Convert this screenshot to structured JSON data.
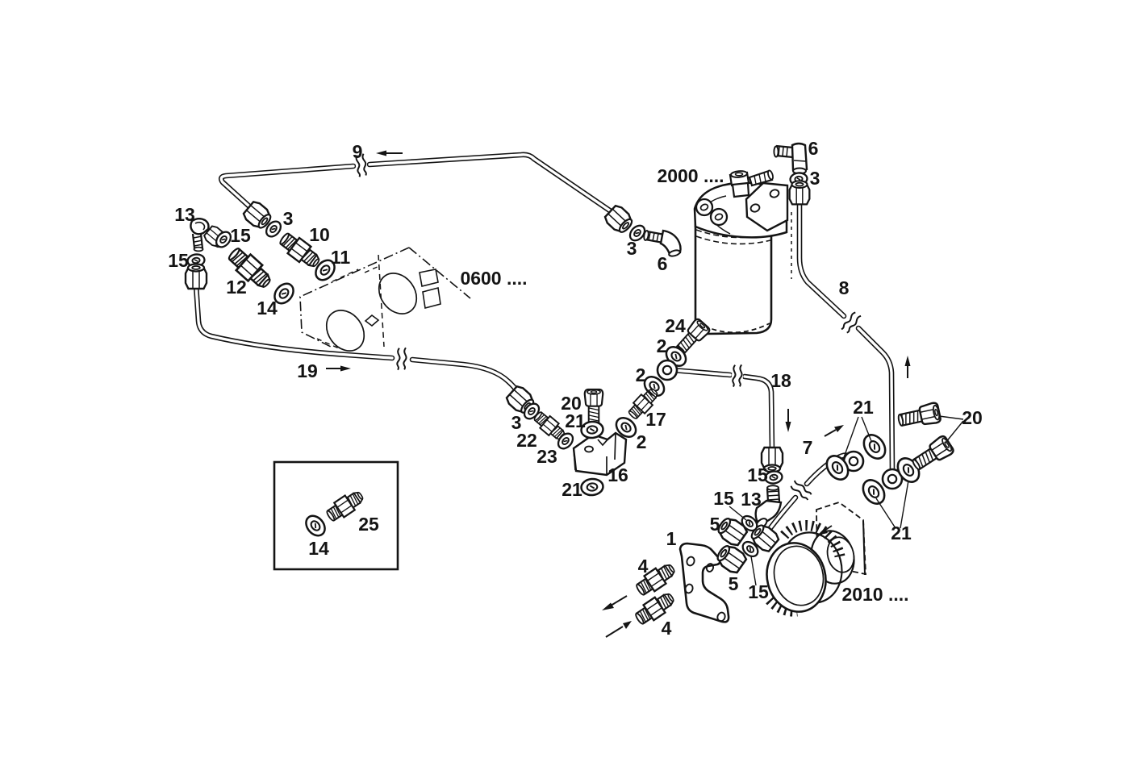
{
  "figure": {
    "kind": "exploded-parts-diagram",
    "subject": "fuel-lines-and-filter-piping",
    "style": {
      "ink": "#141414",
      "background": "#ffffff"
    }
  },
  "references": [
    {
      "id": "engine-block",
      "label": "0600 ...."
    },
    {
      "id": "fuel-filter",
      "label": "2000 ...."
    },
    {
      "id": "fuel-pump",
      "label": "2010 ...."
    }
  ],
  "callouts": [
    {
      "n": "9"
    },
    {
      "n": "6"
    },
    {
      "n": "3"
    },
    {
      "n": "13"
    },
    {
      "n": "3"
    },
    {
      "n": "15"
    },
    {
      "n": "10"
    },
    {
      "n": "11"
    },
    {
      "n": "15"
    },
    {
      "n": "12"
    },
    {
      "n": "14"
    },
    {
      "n": "3"
    },
    {
      "n": "6"
    },
    {
      "n": "8"
    },
    {
      "n": "24"
    },
    {
      "n": "2"
    },
    {
      "n": "2"
    },
    {
      "n": "18"
    },
    {
      "n": "19"
    },
    {
      "n": "20"
    },
    {
      "n": "21"
    },
    {
      "n": "17"
    },
    {
      "n": "3"
    },
    {
      "n": "22"
    },
    {
      "n": "2"
    },
    {
      "n": "23"
    },
    {
      "n": "16"
    },
    {
      "n": "21"
    },
    {
      "n": "21"
    },
    {
      "n": "20"
    },
    {
      "n": "7"
    },
    {
      "n": "15"
    },
    {
      "n": "15"
    },
    {
      "n": "13"
    },
    {
      "n": "5"
    },
    {
      "n": "21"
    },
    {
      "n": "1"
    },
    {
      "n": "4"
    },
    {
      "n": "5"
    },
    {
      "n": "15"
    },
    {
      "n": "4"
    },
    {
      "n": "25"
    },
    {
      "n": "14"
    }
  ]
}
